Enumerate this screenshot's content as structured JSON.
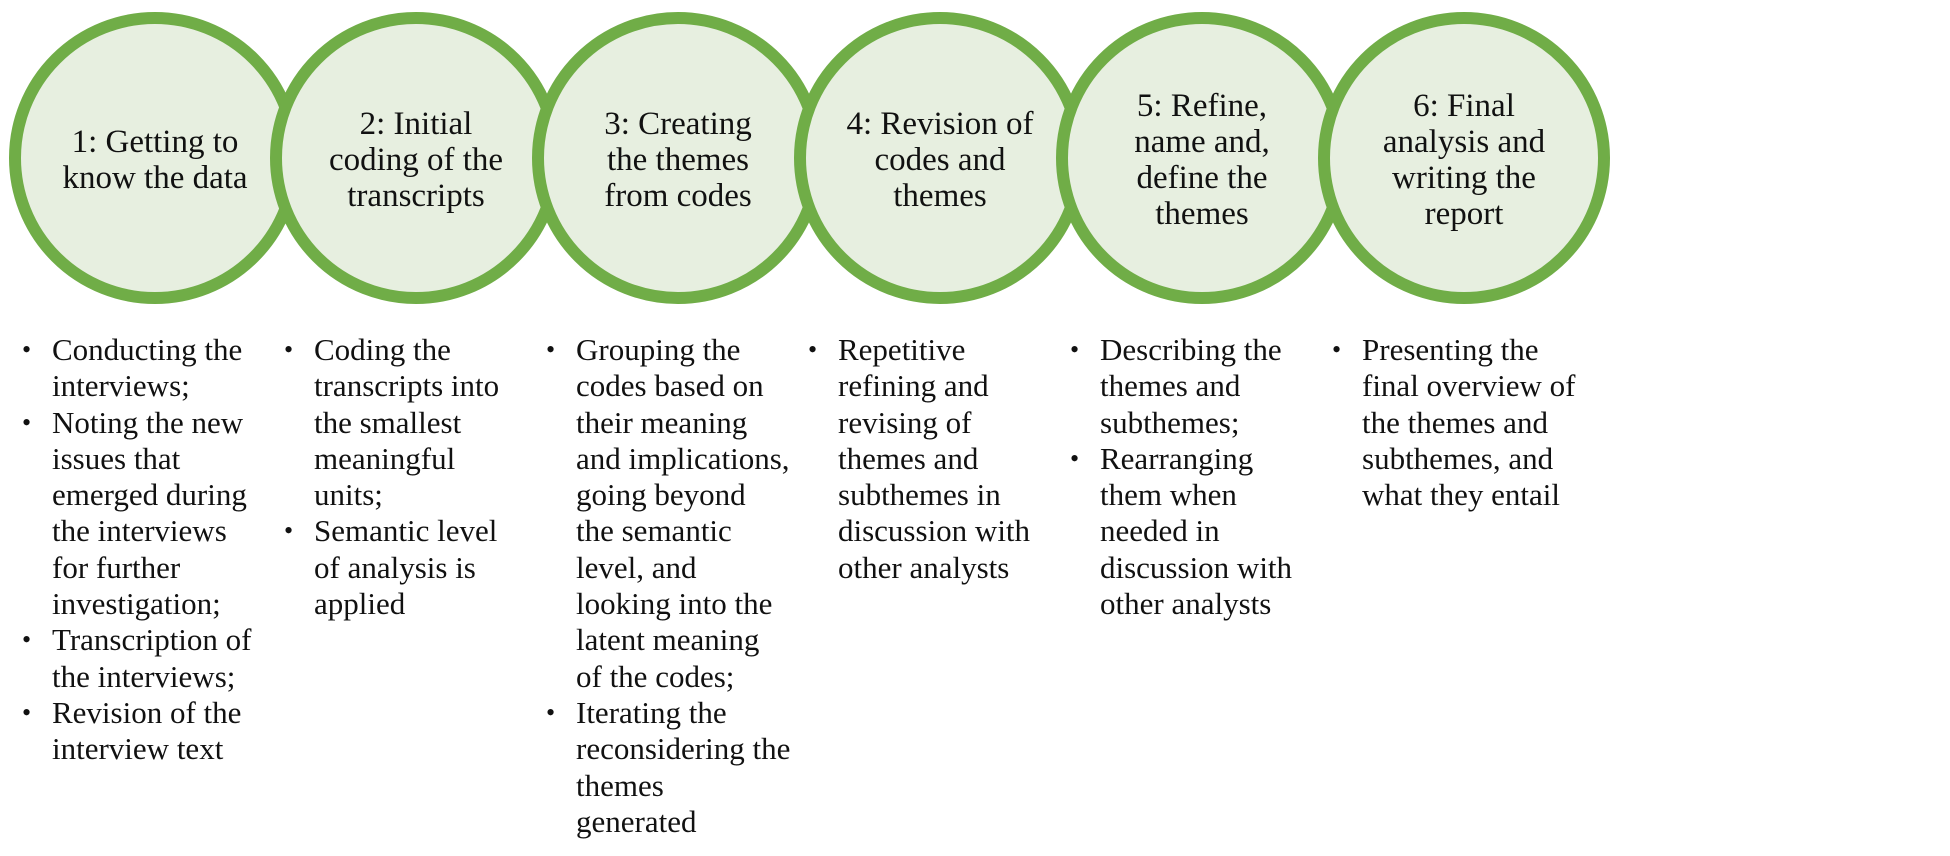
{
  "colors": {
    "ring": "#70ad47",
    "fill": "#e7efe0",
    "text": "#111111"
  },
  "steps": [
    {
      "title": "1: Getting to\nknow the data",
      "bullets": [
        "Conducting the\ninterviews;",
        "Noting the new\nissues that\nemerged during\nthe interviews\nfor further\ninvestigation;",
        "Transcription of\nthe interviews;",
        "Revision of the\ninterview text"
      ]
    },
    {
      "title": "2: Initial\ncoding of the\ntranscripts",
      "bullets": [
        "Coding the\ntranscripts into\nthe smallest\nmeaningful\nunits;",
        "Semantic level\nof analysis is\napplied"
      ]
    },
    {
      "title": "3: Creating\nthe themes\nfrom codes",
      "bullets": [
        "Grouping the\ncodes based on\ntheir meaning\nand implications,\ngoing beyond\nthe semantic\nlevel, and\nlooking into the\nlatent meaning\nof the codes;",
        "Iterating the\nreconsidering the\nthemes\ngenerated"
      ]
    },
    {
      "title": "4: Revision of\ncodes and\nthemes",
      "bullets": [
        "Repetitive\nrefining and\nrevising of\nthemes and\nsubthemes in\ndiscussion with\nother analysts"
      ]
    },
    {
      "title": "5: Refine,\nname and,\ndefine the\nthemes",
      "bullets": [
        "Describing the\nthemes and\nsubthemes;",
        "Rearranging\nthem when\nneeded in\ndiscussion with\nother analysts"
      ]
    },
    {
      "title": "6: Final\nanalysis and\nwriting the\nreport",
      "bullets": [
        "Presenting the\nfinal overview of\nthe themes and\nsubthemes, and\nwhat they entail"
      ]
    }
  ]
}
